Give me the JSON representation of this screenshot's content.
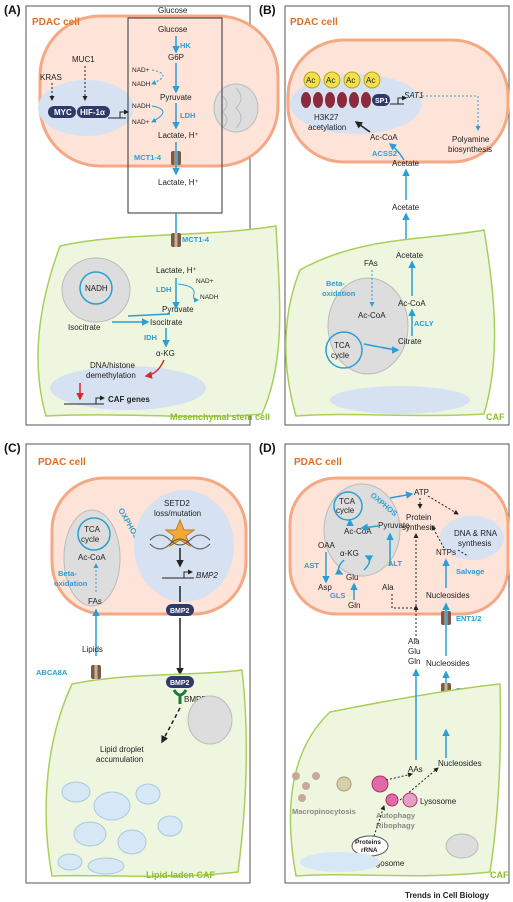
{
  "panels": {
    "a": {
      "label": "(A)",
      "cell_top": "PDAC cell",
      "cell_bottom": "Mesenchymal stem cell",
      "kras": "KRAS",
      "muc1": "MUC1",
      "myc": "MYC",
      "hif": "HIF-1α",
      "glucose_out": "Glucose",
      "glucose_in": "Glucose",
      "hk": "HK",
      "g6p": "G6P",
      "nad_plus": "NAD+",
      "nadh": "NADH",
      "pyruvate": "Pyruvate",
      "nadh2": "NADH",
      "nad_plus2": "NAD+",
      "ldh": "LDH",
      "lactate1": "Lactate, H⁺",
      "mct_a": "MCT1-4",
      "lactate2": "Lactate, H⁺",
      "mct_b": "MCT1-4",
      "lactate3": "Lactate, H⁺",
      "nad_plus3": "NAD+",
      "nadh3": "NADH",
      "ldh2": "LDH",
      "mito_nadh": "NADH",
      "pyruvate2": "Pyruvate",
      "isocitrate_m": "Isocitrate",
      "isocitrate": "Isocitrate",
      "idh": "IDH",
      "akg": "α-KG",
      "demeth1": "DNA/histone",
      "demeth2": "demethylation",
      "caf_genes": "CAF genes"
    },
    "b": {
      "label": "(B)",
      "cell_top": "PDAC cell",
      "cell_bottom": "CAF",
      "ac": [
        "Ac",
        "Ac",
        "Ac",
        "Ac"
      ],
      "sp1": "SP1",
      "sat1": "SAT1",
      "h3k27": "H3K27",
      "acetylation": "acetylation",
      "acoa": "Ac-CoA",
      "acss2": "ACSS2",
      "acetate1": "Acetate",
      "polyamine1": "Polyamine",
      "polyamine2": "biosynthesis",
      "acetate2": "Acetate",
      "acetate3": "Acetate",
      "fas": "FAs",
      "beta1": "Beta-",
      "beta2": "oxidation",
      "acoa2": "Ac-CoA",
      "tca1": "TCA",
      "tca2": "cycle",
      "acoa3": "Ac-CoA",
      "acly": "ACLY",
      "citrate": "Citrate"
    },
    "c": {
      "label": "(C)",
      "cell_top": "PDAC cell",
      "cell_bottom": "Lipid-laden CAF",
      "oxphos": "OXPHOS",
      "tca1": "TCA",
      "tca2": "cycle",
      "acoa": "Ac-CoA",
      "beta1": "Beta-",
      "beta2": "oxidation",
      "fas": "FAs",
      "setd2_1": "SETD2",
      "setd2_2": "loss/mutation",
      "bmp2_gene": "BMP2",
      "bmp2_prot": "BMP2",
      "bmp2_prot2": "BMP2",
      "bmpr": "BMPR",
      "lipids": "Lipids",
      "abca8a": "ABCA8A",
      "droplet1": "Lipid droplet",
      "droplet2": "accumulation"
    },
    "d": {
      "label": "(D)",
      "cell_top": "PDAC cell",
      "cell_bottom": "CAF",
      "atp": "ATP",
      "oxphos": "OXPHOS",
      "tca1": "TCA",
      "tca2": "cycle",
      "protein1": "Protein",
      "protein2": "synthesis",
      "dna1": "DNA & RNA",
      "dna2": "synthesis",
      "acoa": "Ac-CoA",
      "oaa": "OAA",
      "pyruvate": "Pyruvate",
      "akg": "α-KG",
      "ast": "AST",
      "alt": "ALT",
      "asp": "Asp",
      "glu": "Glu",
      "ala": "Ala",
      "gls": "GLS",
      "gln": "Gln",
      "ntps": "NTPs",
      "salvage": "Salvage",
      "nucleosides1": "Nucleosides",
      "ent1": "ENT1/2",
      "aa_ala": "Ala",
      "aa_glu": "Glu",
      "aa_gln": "Gln",
      "nucleosides2": "Nucleosides",
      "ent2": "ENT1/2",
      "aas": "AAs",
      "nucleosides3": "Nucleosides",
      "macro": "Macropinocytosis",
      "lysosome": "Lysosome",
      "autophagy": "Autophagy",
      "ribophagy": "Ribophagy",
      "proteins": "Proteins",
      "rrna": "rRNA",
      "autophagosome": "Autophagosome"
    }
  },
  "footer": "Trends in Cell Biology",
  "colors": {
    "pdac_fill": "#fde3d8",
    "pdac_stroke": "#f4a883",
    "caf_fill": "#eef6e0",
    "caf_stroke": "#a9cf5a",
    "nucleus": "#d6e2f2",
    "arrow_blue": "#2a9fd6",
    "arrow_red": "#d42a2a",
    "accent_orange": "#e07020"
  }
}
